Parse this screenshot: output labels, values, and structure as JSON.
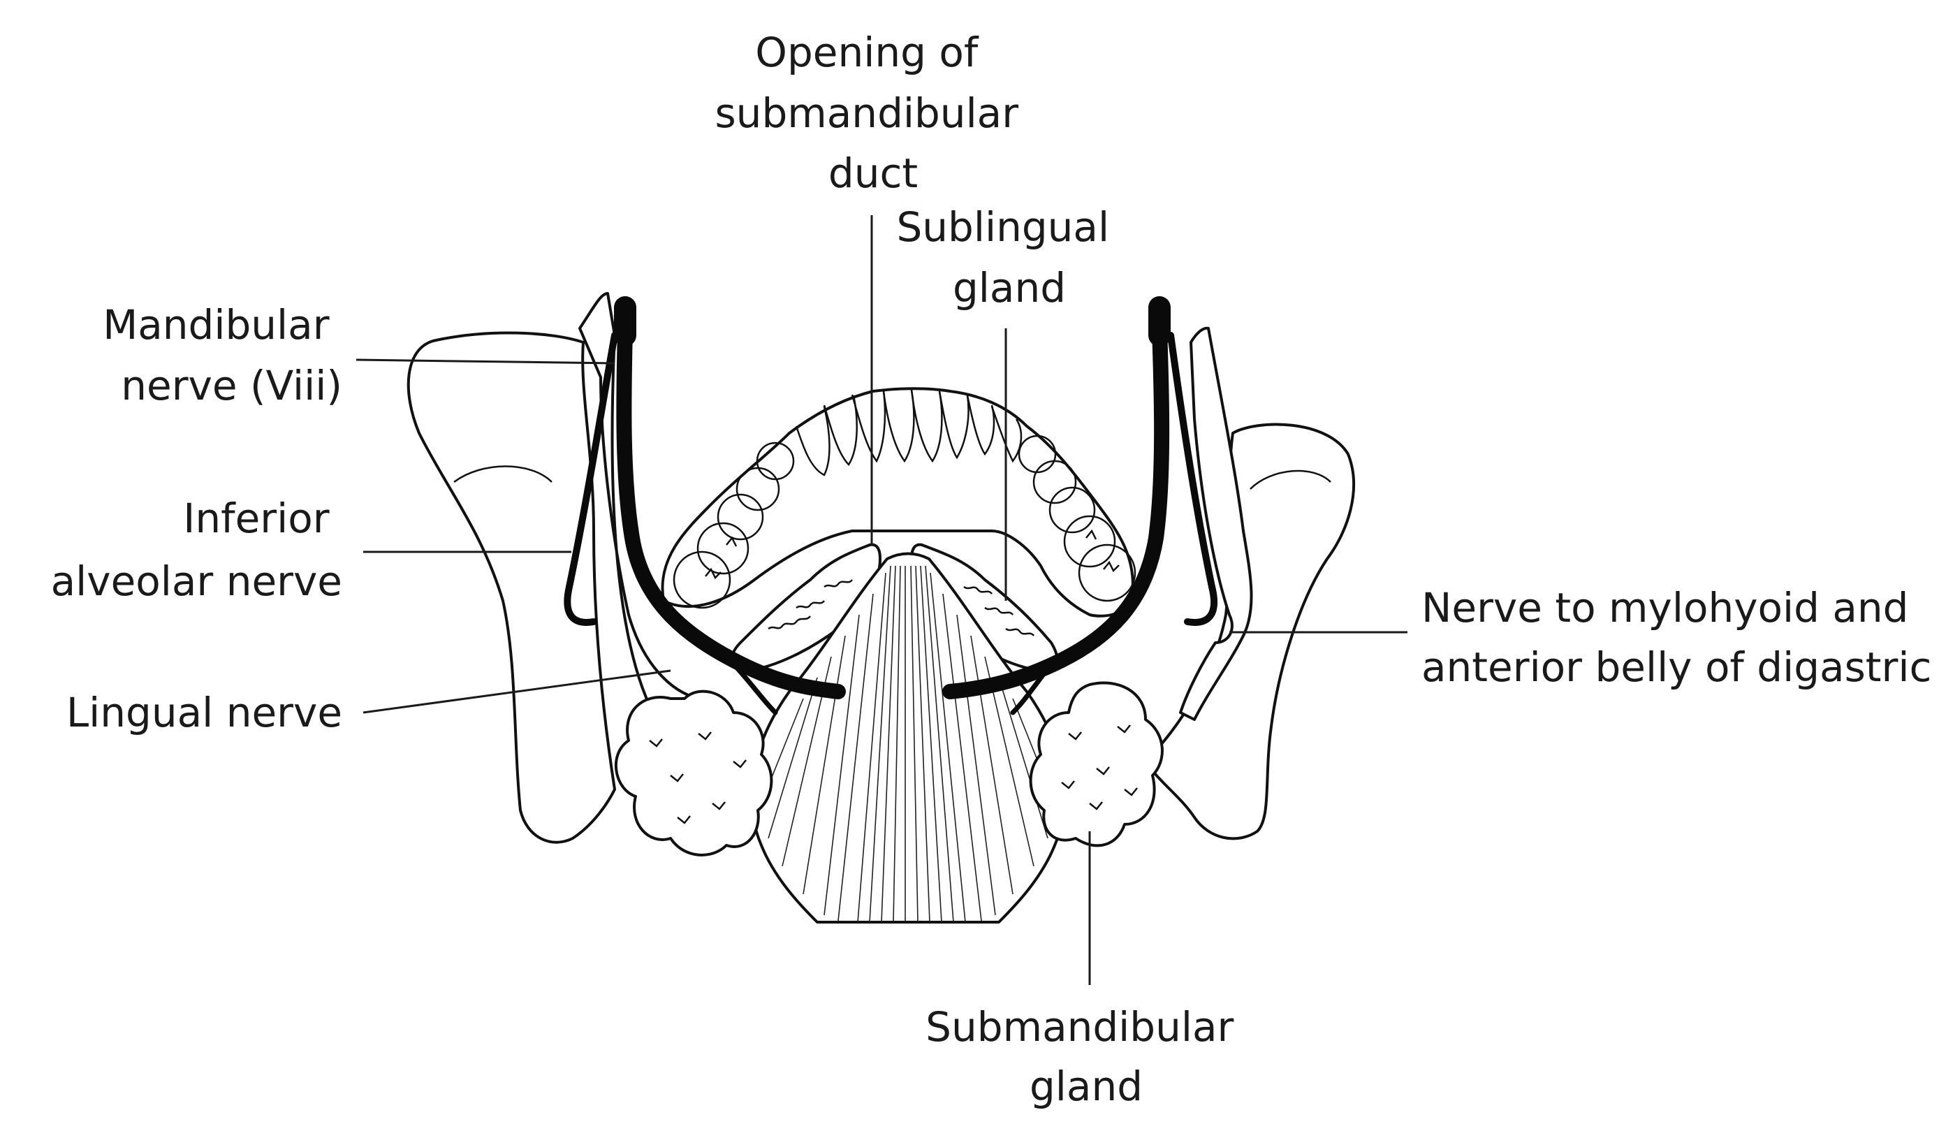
{
  "labels": {
    "opening_duct": [
      "Opening of",
      "submandibular",
      "duct"
    ],
    "sublingual_gland": [
      "Sublingual",
      "gland"
    ],
    "mandibular_nerve": [
      "Mandibular",
      "nerve (Viii)"
    ],
    "inferior_alveolar": [
      "Inferior",
      "alveolar nerve"
    ],
    "lingual_nerve": [
      "Lingual nerve"
    ],
    "mylohyoid_nerve": [
      "Nerve to mylohyoid and",
      "anterior belly of digastric"
    ],
    "submandibular_gland": [
      "Submandibular",
      "gland"
    ]
  }
}
